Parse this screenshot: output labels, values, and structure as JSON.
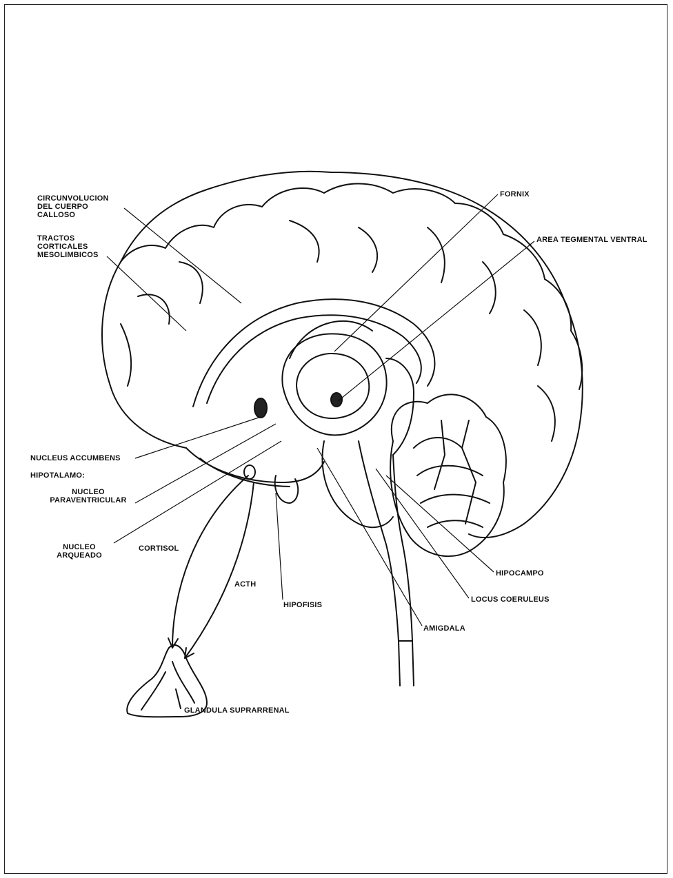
{
  "labels": {
    "circunvolucion": "CIRCUNVOLUCION\nDEL CUERPO\nCALLOSO",
    "tractos": "TRACTOS\nCORTICALES\nMESOLIMBICOS",
    "fornix": "FORNIX",
    "area_tegmental": "AREA TEGMENTAL VENTRAL",
    "nucleus_accumbens": "NUCLEUS ACCUMBENS",
    "hipotalamo": "HIPOTALAMO:",
    "nucleo_paraventricular": "NUCLEO\nPARAVENTRICULAR",
    "nucleo_arqueado": "NUCLEO\nARQUEADO",
    "cortisol": "CORTISOL",
    "acth": "ACTH",
    "hipofisis": "HIPOFISIS",
    "hipocampo": "HIPOCAMPO",
    "locus_coeruleus": "LOCUS COERULEUS",
    "amigdala": "AMIGDALA",
    "glandula_suprarrenal": "GLANDULA SUPRARRENAL"
  }
}
